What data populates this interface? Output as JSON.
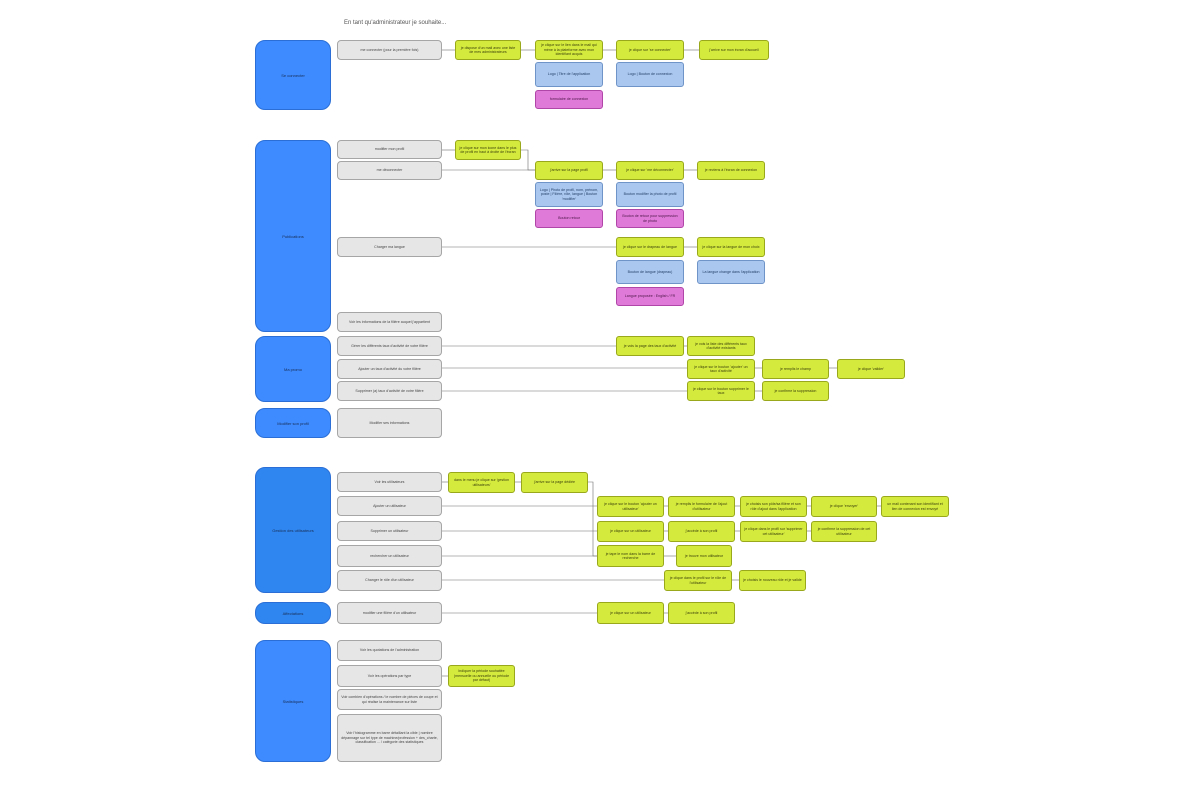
{
  "title": "En tant qu'administrateur je souhaite...",
  "categories": [
    {
      "id": "c_conn",
      "label": "Se connecter"
    },
    {
      "id": "c_pub",
      "label": "Publications"
    },
    {
      "id": "c_fil",
      "label": "Ma promo"
    },
    {
      "id": "c_mod",
      "label": "Modifier son profil"
    },
    {
      "id": "c_users",
      "label": "Gestion des utilisateurs"
    },
    {
      "id": "c_aff",
      "label": "Affectations"
    },
    {
      "id": "c_stats",
      "label": "Statistiques"
    }
  ],
  "questions": [
    {
      "id": "q1",
      "label": "me connecter (pour la première fois)"
    },
    {
      "id": "q2",
      "label": "modifier mon profil"
    },
    {
      "id": "q3",
      "label": "me déconnecter"
    },
    {
      "id": "q4",
      "label": "Charger ma langue"
    },
    {
      "id": "q5",
      "label": "Voir les informations de la filière auquel j'appartient"
    },
    {
      "id": "q6",
      "label": "Gérer les différents taux d'activité de votre filière"
    },
    {
      "id": "q7",
      "label": "Ajouter un taux d'activité du votre filière"
    },
    {
      "id": "q8",
      "label": "Supprimer (a) taux d'activité de votre filière"
    },
    {
      "id": "q9",
      "label": "Modifier ses informations"
    },
    {
      "id": "q10",
      "label": "Voir les utilisateurs"
    },
    {
      "id": "q11",
      "label": "Ajouter un utilisateur"
    },
    {
      "id": "q12",
      "label": "Supprimer un utilisateur"
    },
    {
      "id": "q13",
      "label": "rechercher un utilisateur"
    },
    {
      "id": "q14",
      "label": "Changer le rôle d'un utilisateur"
    },
    {
      "id": "q15",
      "label": "modifier une filière d'un utilisateur"
    },
    {
      "id": "q16",
      "label": "Voir les quotations de l'administration"
    },
    {
      "id": "q17",
      "label": "Voir les opérations par type"
    },
    {
      "id": "q18",
      "label": "Voir combien d'opérations / le nombre de pièces de coupe et qui réalise la maintenance sur liste"
    },
    {
      "id": "q19",
      "label": "Voir l'histogramme en barre détaillant la cible | nombre dépannage sur tel type de machine/profession + des_charte, classification ... / catégorie des statistiques"
    }
  ],
  "green": [
    {
      "id": "g1",
      "label": "je dispose d'un mail avec une liste de mes administrateurs"
    },
    {
      "id": "g2",
      "label": "je clique sur le lien dans le mail qui mène à la plateforme avec mon identifiant acquis"
    },
    {
      "id": "g3",
      "label": "je clique sur 'se connecter'"
    },
    {
      "id": "g4",
      "label": "j'arrive sur mon écran d'accueil"
    },
    {
      "id": "g5",
      "label": "je clique sur mon icone dans le plus de profil en haut à droite de l'écran"
    },
    {
      "id": "g6",
      "label": "j'arrive sur la page profil"
    },
    {
      "id": "g7",
      "label": "je clique sur 'me déconnecter'"
    },
    {
      "id": "g8",
      "label": "je reviens à l'écran de connexion"
    },
    {
      "id": "g9",
      "label": "je clique sur le drapeau de langue"
    },
    {
      "id": "g10",
      "label": "je clique sur la langue de mon choix"
    },
    {
      "id": "g11",
      "label": "je vois la page des taux d'activité"
    },
    {
      "id": "g12",
      "label": "je vois la liste des différents taux d'activité existants"
    },
    {
      "id": "g13",
      "label": "je clique sur le bouton 'ajouter' un taux d'activité"
    },
    {
      "id": "g14",
      "label": "je remplis le champ"
    },
    {
      "id": "g15",
      "label": "je clique 'valider'"
    },
    {
      "id": "g16",
      "label": "je clique sur le bouton supprimer le taux"
    },
    {
      "id": "g17",
      "label": "je confirme la suppression"
    },
    {
      "id": "g18",
      "label": "dans le menu je clique sur 'gestion utilisateurs'"
    },
    {
      "id": "g19",
      "label": "j'arrive sur la page dédiée"
    },
    {
      "id": "g20",
      "label": "je clique sur le bouton 'ajouter un utilisateur'"
    },
    {
      "id": "g21",
      "label": "je remplis le formulaire de l'ajout d'utilisateur"
    },
    {
      "id": "g22",
      "label": "je choisis son pôle/sa filière et son rôle d'ajout dans l'application"
    },
    {
      "id": "g23",
      "label": "je clique 'envoyer'"
    },
    {
      "id": "g24",
      "label": "un mail contenant son identifiant et lien de connexion est envoyé"
    },
    {
      "id": "g25",
      "label": "je clique sur un utilisateur"
    },
    {
      "id": "g26",
      "label": "j'accède à son profil"
    },
    {
      "id": "g27",
      "label": "je clique dans le profil sur 'supprimer cet utilisateur'"
    },
    {
      "id": "g28",
      "label": "je confirme la suppression de cet utilisateur"
    },
    {
      "id": "g29",
      "label": "je tape le nom dans la barre de recherche"
    },
    {
      "id": "g30",
      "label": "je trouve mon utilisateur"
    },
    {
      "id": "g31",
      "label": "je clique dans le profil sur le rôle de l'utilisateur"
    },
    {
      "id": "g32",
      "label": "je choisis le nouveau rôle et je valide"
    },
    {
      "id": "g33",
      "label": "je clique sur un utilisateur"
    },
    {
      "id": "g34",
      "label": "j'accède à son profil"
    },
    {
      "id": "g35",
      "label": "Indiquer la période souhaitée (mensuelle ou annuelle ou période par défaut)"
    }
  ],
  "blue": [
    {
      "id": "b1",
      "label": "Logo | Titre de l'application"
    },
    {
      "id": "b2",
      "label": "Logo | Bouton de connexion"
    },
    {
      "id": "b3",
      "label": "Logo | Photo de profil, nom, prénom, poste | Filière, rôle, langue | Bouton 'modifier'"
    },
    {
      "id": "b4",
      "label": "Bouton modifier la photo de profil"
    },
    {
      "id": "b5",
      "label": "Bouton de langue (drapeau)"
    },
    {
      "id": "b6",
      "label": "La langue change dans l'application"
    }
  ],
  "pink": [
    {
      "id": "p1",
      "label": "formulaire de connexion"
    },
    {
      "id": "p2",
      "label": "Bouton retour"
    },
    {
      "id": "p3",
      "label": "Bouton de retour pour suppression de photo"
    },
    {
      "id": "p4",
      "label": "Langue proposée : English / FR"
    }
  ]
}
